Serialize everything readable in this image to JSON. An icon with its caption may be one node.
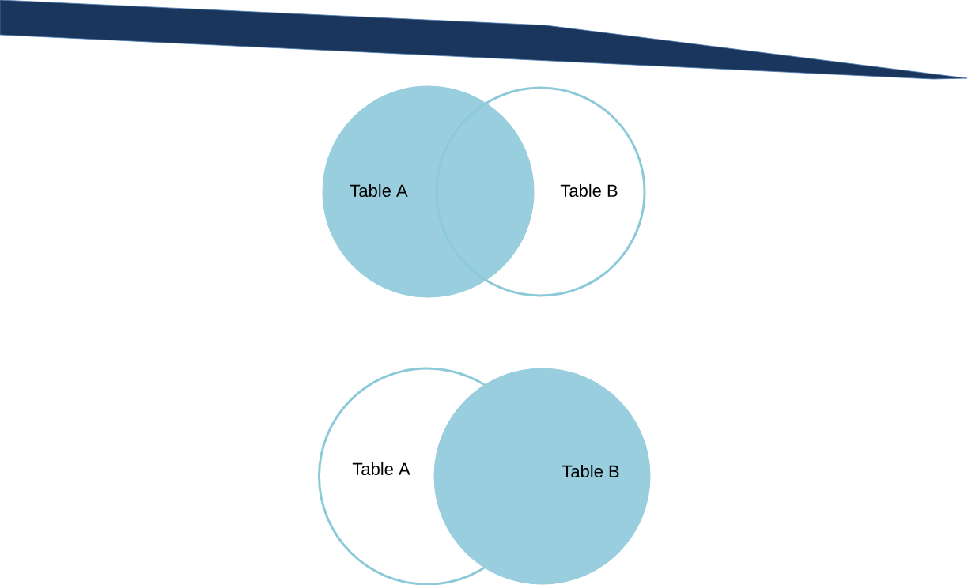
{
  "diagram": {
    "nodes": [
      {
        "text": [
          "Table A"
        ]
      },
      {
        "text": [
          "Table B"
        ]
      },
      {
        "text": [
          "Table A"
        ]
      },
      {
        "text": [
          "Table B"
        ]
      }
    ]
  }
}
